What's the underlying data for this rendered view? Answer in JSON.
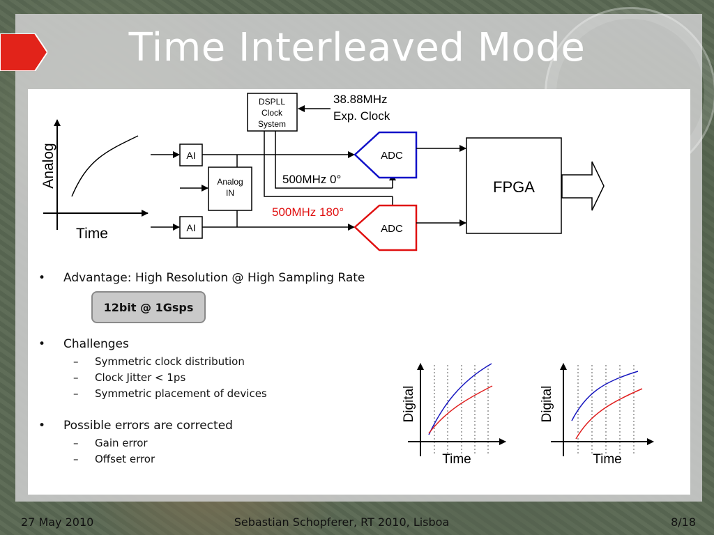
{
  "title": "Time Interleaved Mode",
  "diagram": {
    "dspll_lines": [
      "DSPLL",
      "Clock",
      "System"
    ],
    "ext_clock_lines": [
      "38.88MHz",
      "Exp. Clock"
    ],
    "ai_top": "AI",
    "ai_bottom": "AI",
    "analog_in_lines": [
      "Analog",
      "IN"
    ],
    "adc_top": "ADC",
    "adc_bottom": "ADC",
    "clock_0": "500MHz 0°",
    "clock_180": "500MHz 180°",
    "fpga": "FPGA",
    "analog_axis": "Analog",
    "time_axis": "Time",
    "colors": {
      "adc_top": "#1010c8",
      "adc_bottom": "#e01010",
      "clock_180": "#e01010"
    }
  },
  "bullets": {
    "advantage": "Advantage: High Resolution @ High Sampling Rate",
    "callout": "12bit @ 1Gsps",
    "challenges": "Challenges",
    "challenge_items": [
      "Symmetric clock distribution",
      "Clock Jitter < 1ps",
      "Symmetric placement of devices"
    ],
    "errors": "Possible errors are corrected",
    "error_items": [
      "Gain error",
      "Offset error"
    ]
  },
  "plots": {
    "left": {
      "ylabel": "Digital",
      "xlabel": "Time"
    },
    "right": {
      "ylabel": "Digital",
      "xlabel": "Time"
    },
    "colors": {
      "series_a": "#1818c0",
      "series_b": "#e02020"
    }
  },
  "footer": {
    "date": "27 May 2010",
    "author": "Sebastian Schopferer, RT 2010, Lisboa",
    "page": "8/18"
  }
}
